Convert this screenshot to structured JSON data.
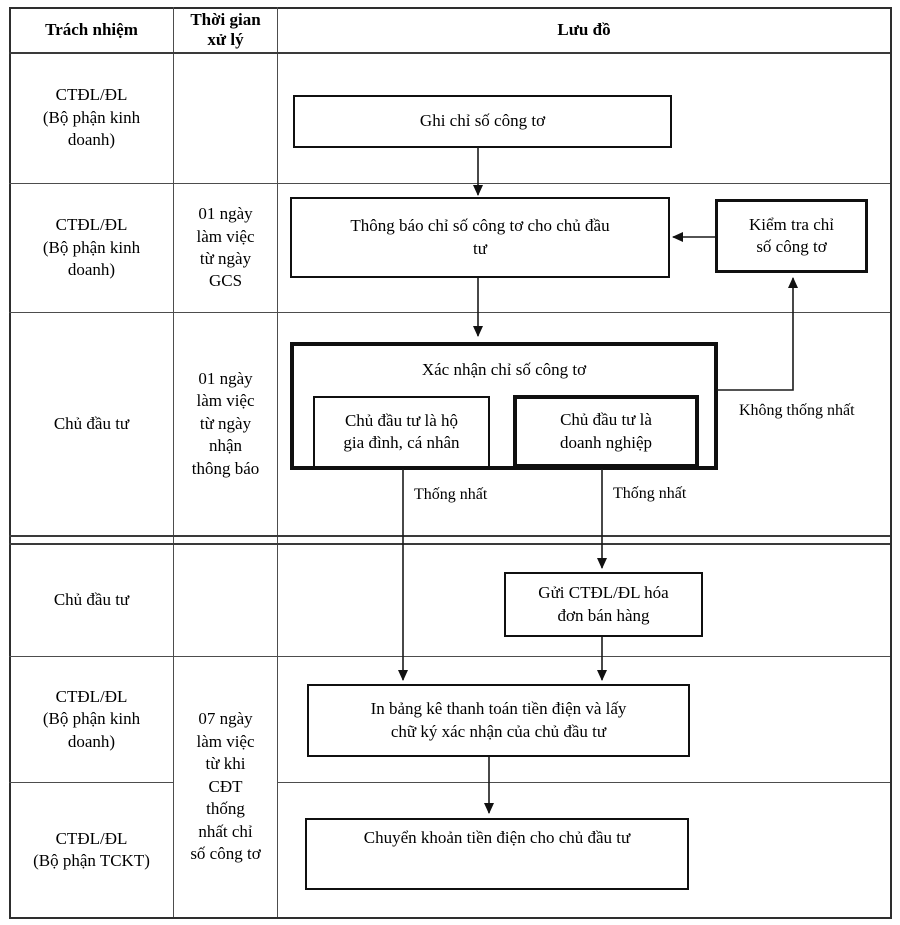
{
  "table": {
    "headers": [
      "Trách nhiệm",
      "Thời gian\nxử lý",
      "Lưu đồ"
    ],
    "rows": [
      {
        "responsibility": "CTĐL/ĐL\n(Bộ phận kinh\ndoanh)",
        "time": ""
      },
      {
        "responsibility": "CTĐL/ĐL\n(Bộ phận kinh\ndoanh)",
        "time": "01 ngày\nlàm việc\ntừ ngày\nGCS"
      },
      {
        "responsibility": "Chủ đầu tư",
        "time": "01 ngày\nlàm việc\ntừ ngày\nnhận\nthông báo"
      },
      {
        "responsibility": "Chủ đầu tư",
        "time": ""
      },
      {
        "responsibility": "CTĐL/ĐL\n(Bộ phận kinh\ndoanh)",
        "time": "07 ngày\nlàm việc\ntừ khi\nCĐT\nthống\nnhất chỉ\nsố công tơ"
      },
      {
        "responsibility": "CTĐL/ĐL\n(Bộ phận TCKT)",
        "time": ""
      }
    ]
  },
  "flowchart": {
    "boxes": {
      "ghi_chi_so": "Ghi chỉ số công tơ",
      "thong_bao": "Thông báo chỉ số công tơ cho chủ đầu\ntư",
      "kiem_tra": "Kiểm tra chỉ\nsố công tơ",
      "xac_nhan": "Xác nhận chỉ số công tơ",
      "ho_gia_dinh": "Chủ đầu tư là hộ\ngia đình, cá nhân",
      "doanh_nghiep": "Chủ đầu tư là\ndoanh nghiệp",
      "gui_hoa_don": "Gửi CTĐL/ĐL hóa\nđơn bán hàng",
      "in_bang_ke": "In bảng kê thanh toán tiền điện và lấy\nchữ ký xác nhận của chủ đầu tư",
      "chuyen_khoan": "Chuyển khoản tiền điện cho chủ đầu tư"
    },
    "edge_labels": {
      "agree_left": "Thống nhất",
      "agree_right": "Thống nhất",
      "disagree": "Không thống nhất"
    }
  },
  "colors": {
    "background": "#ffffff",
    "text": "#000000",
    "box_border": "#000000",
    "grid_line": "#4d4d4d"
  }
}
